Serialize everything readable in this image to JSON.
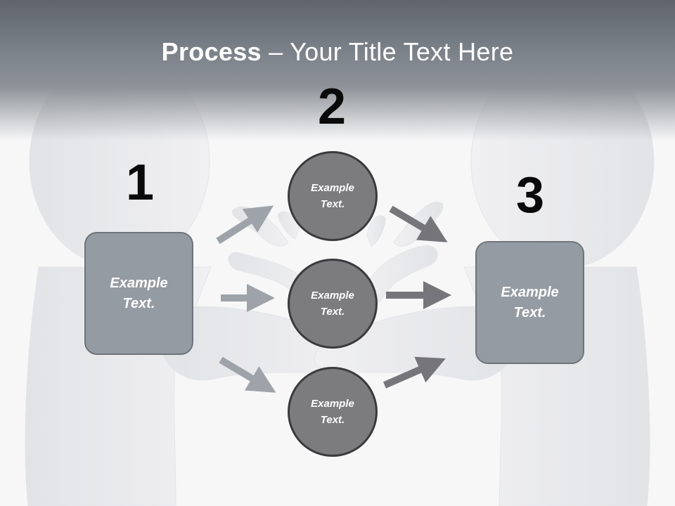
{
  "title": {
    "bold": "Process",
    "rest": " – Your Title Text Here"
  },
  "steps": {
    "one": {
      "number": "1",
      "text": "Example Text."
    },
    "two": {
      "number": "2"
    },
    "three": {
      "number": "3",
      "text": "Example Text."
    }
  },
  "circles": [
    {
      "text": "Example Text."
    },
    {
      "text": "Example Text."
    },
    {
      "text": "Example Text."
    }
  ],
  "colors": {
    "header": "#7a8088",
    "box_fill": "#959ba3",
    "circle_fill": "#7c7c7e",
    "arrow_light": "#9ea3aa",
    "arrow_dark": "#76767a"
  }
}
